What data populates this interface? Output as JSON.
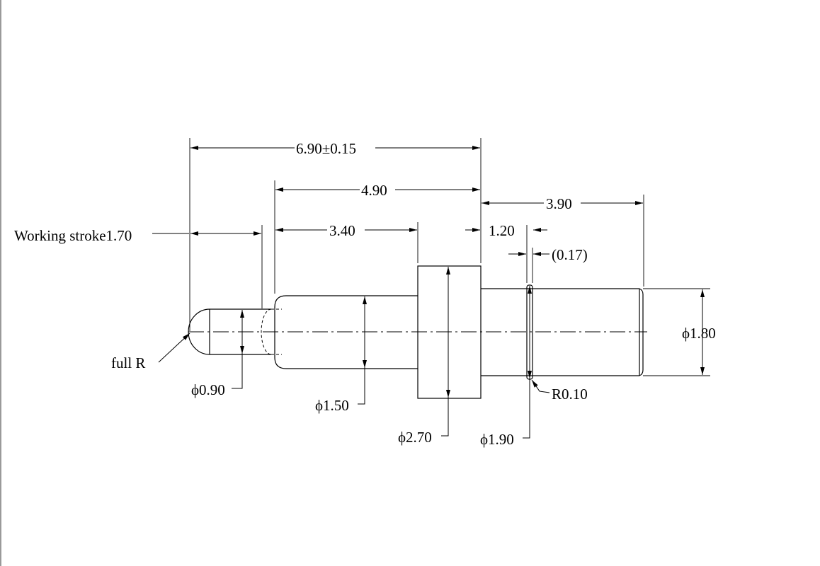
{
  "drawing": {
    "dim_overall": "6.90±0.15",
    "dim_4_90": "4.90",
    "dim_3_90": "3.90",
    "dim_3_40": "3.40",
    "dim_1_20": "1.20",
    "dim_0_17": "(0.17)",
    "working_stroke": "Working stroke1.70",
    "full_r": "full R",
    "dia_0_90": "ϕ0.90",
    "dia_1_50": "ϕ1.50",
    "dia_2_70": "ϕ2.70",
    "dia_1_90": "ϕ1.90",
    "dia_1_80": "ϕ1.80",
    "radius_0_10": "R0.10"
  }
}
